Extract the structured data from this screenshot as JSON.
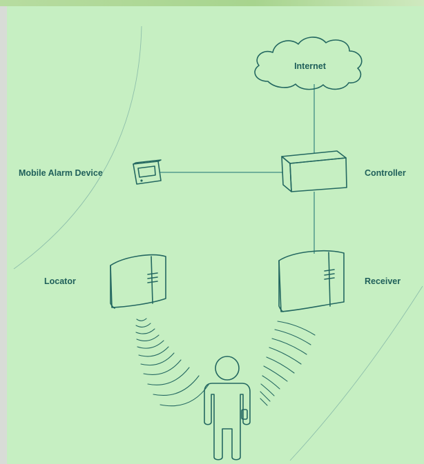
{
  "diagram": {
    "nodes": {
      "internet": {
        "label": "Internet",
        "icon": "cloud-icon"
      },
      "controller": {
        "label": "Controller",
        "icon": "controller-box-icon"
      },
      "mobile_alarm_device": {
        "label": "Mobile Alarm Device",
        "icon": "mobile-alarm-device-icon"
      },
      "locator": {
        "label": "Locator",
        "icon": "locator-device-icon"
      },
      "receiver": {
        "label": "Receiver",
        "icon": "receiver-device-icon"
      },
      "person": {
        "icon": "person-icon"
      }
    },
    "connections": [
      {
        "from": "internet",
        "to": "controller"
      },
      {
        "from": "mobile_alarm_device",
        "to": "controller"
      },
      {
        "from": "controller",
        "to": "receiver"
      }
    ],
    "colors": {
      "background": "#c6efc2",
      "ink": "#236760",
      "label": "#1f5f5a",
      "wire": "#3e8a83"
    }
  }
}
